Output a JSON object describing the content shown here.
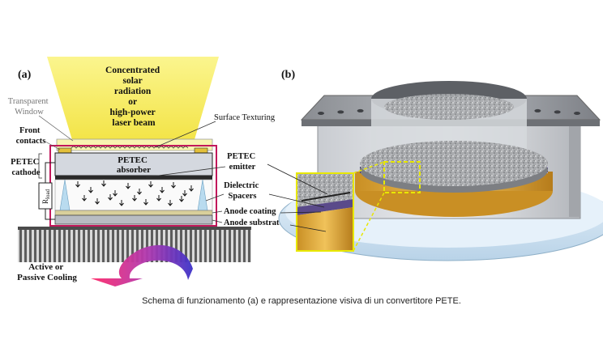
{
  "panel_a": {
    "tag": "(a)",
    "beam_lines": [
      "Concentrated",
      "solar",
      "radiation",
      "or",
      "high-power",
      "laser beam"
    ],
    "transparent_window": [
      "Transparent",
      "Window"
    ],
    "surface_texturing": "Surface Texturing",
    "front_contacts": [
      "Front",
      "contacts"
    ],
    "petec_cathode": [
      "PETEC",
      "cathode"
    ],
    "absorber": [
      "PETEC",
      "absorber"
    ],
    "emitter": [
      "PETEC",
      "emitter"
    ],
    "dielectric_spacers": [
      "Dielectric",
      "Spacers"
    ],
    "anode_coating": "Anode coating",
    "anode_substrate": "Anode substrate",
    "rload_main": "R",
    "rload_sub": "load",
    "cooling": [
      "Active or",
      "Passive Cooling"
    ]
  },
  "panel_b": {
    "tag": "(b)"
  },
  "caption": "Schema di funzionamento (a) e rappresentazione visiva di un convertitore PETE.",
  "colors": {
    "beam": "#f4ec60",
    "magenta_frame": "#c2185b",
    "absorber": "#d4d8df",
    "anode_coating": "#d8cf9b",
    "anode_substrate": "#b8bcc2",
    "arrow_start": "#ff2a6a",
    "arrow_end": "#3b32c8",
    "callout": "#e8e800",
    "gold": "#d8a437"
  }
}
